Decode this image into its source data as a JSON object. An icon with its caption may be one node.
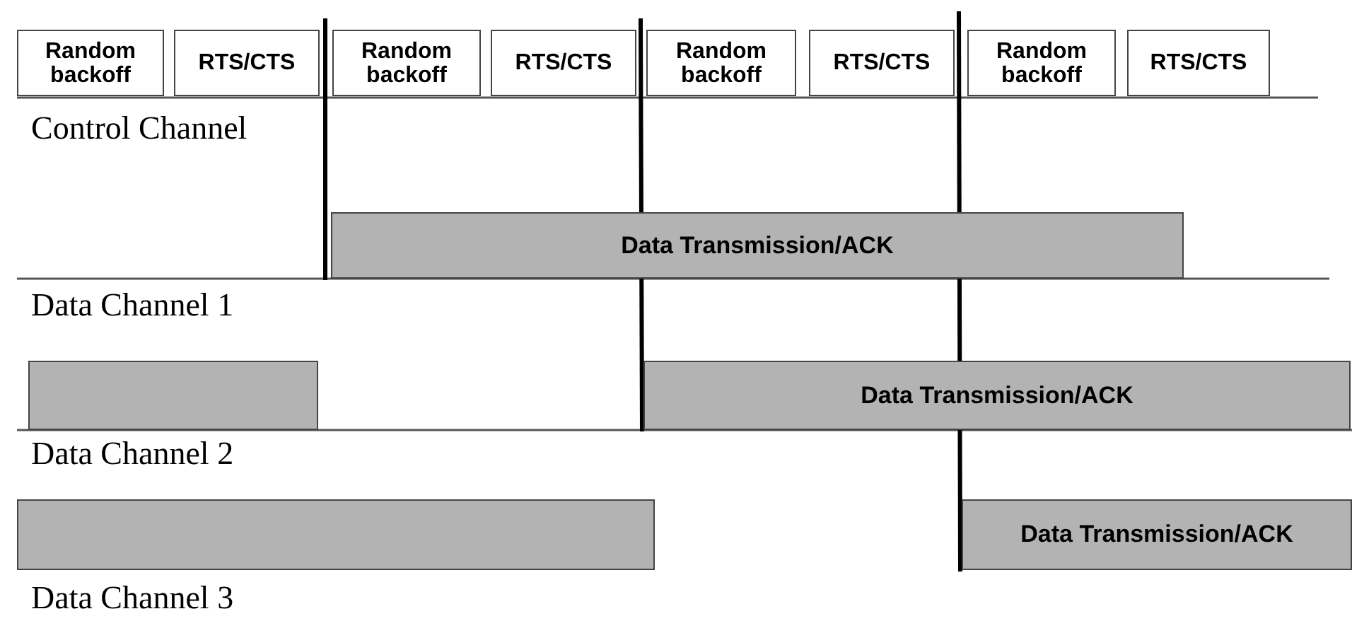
{
  "diagram": {
    "nodes": [
      {
        "text": [
          "Random backoff"
        ]
      },
      {
        "text": [
          "RTS/CTS"
        ]
      },
      {
        "text": [
          "Random backoff"
        ]
      },
      {
        "text": [
          "RTS/CTS"
        ]
      },
      {
        "text": [
          "Random backoff"
        ]
      },
      {
        "text": [
          "RTS/CTS"
        ]
      },
      {
        "text": [
          "Random backoff"
        ]
      },
      {
        "text": [
          "RTS/CTS"
        ]
      },
      {
        "text": [
          "Data Transmission/ACK"
        ]
      },
      {
        "text": [],
        "shape": "bar"
      },
      {
        "text": [
          "Data Transmission/ACK"
        ]
      },
      {
        "text": [],
        "shape": "bar"
      },
      {
        "text": [
          "Data Transmission/ACK"
        ]
      }
    ],
    "labels": [
      "Control Channel",
      "Data Channel 1",
      "Data Channel 2",
      "Data Channel 3"
    ]
  }
}
